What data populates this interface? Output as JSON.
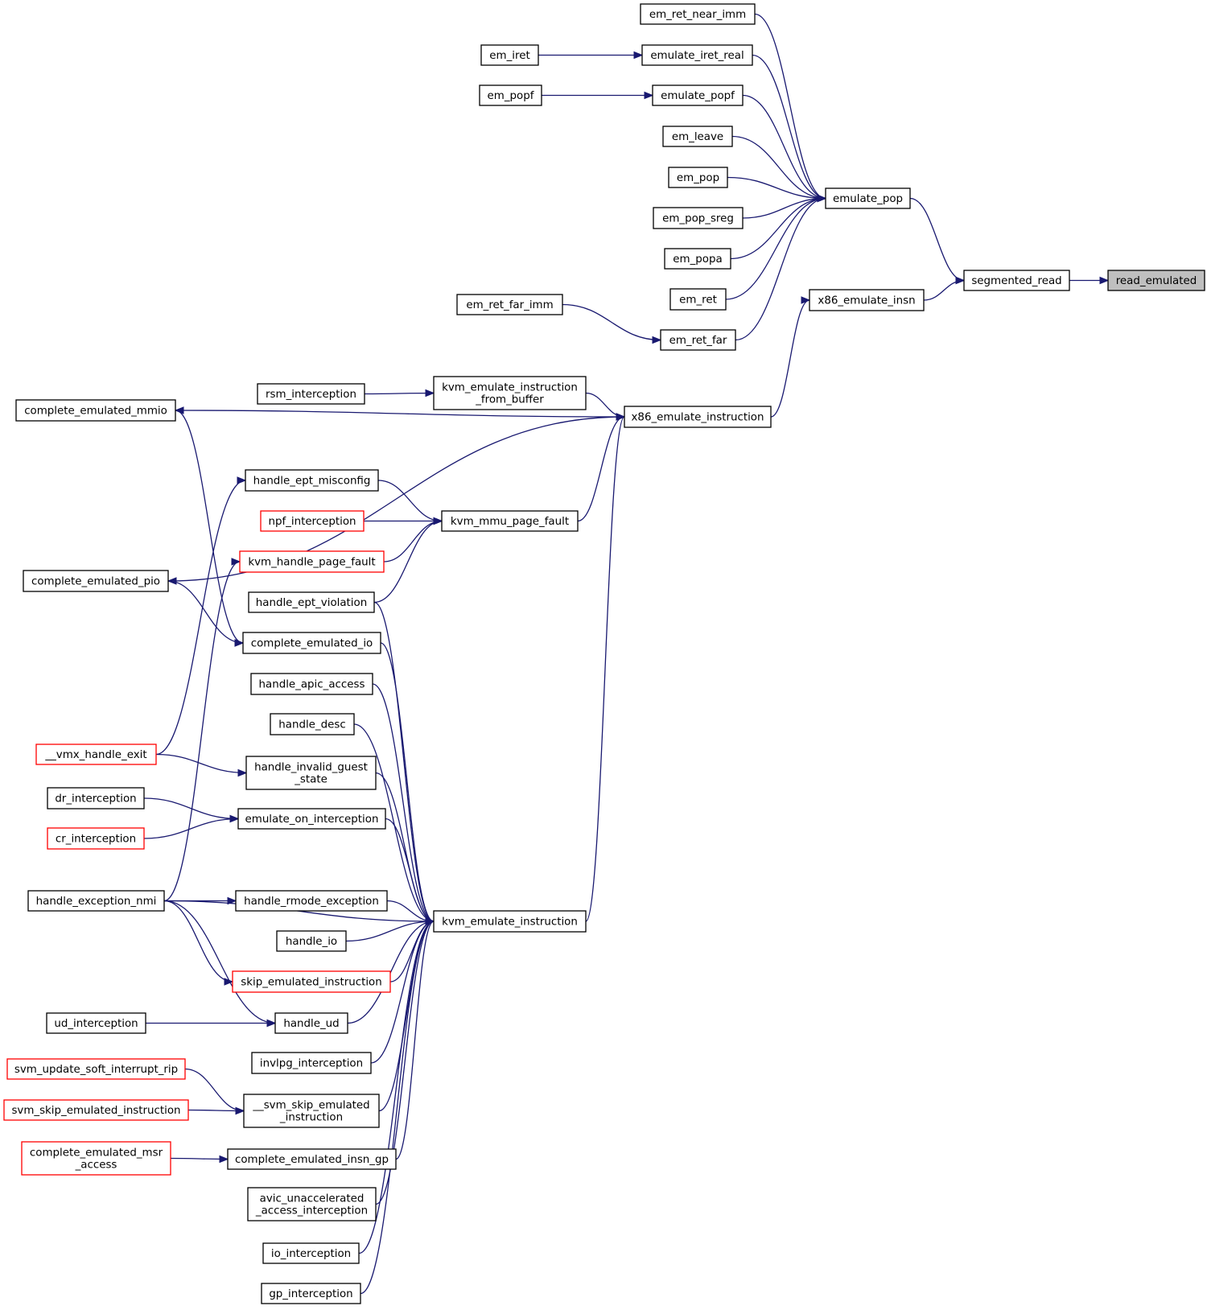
{
  "graph": {
    "colors": {
      "edge": "#191970",
      "node_border": "#000000",
      "truncated_border": "#ff0000",
      "root_fill": "#bfbfbf"
    },
    "nodes": [
      {
        "id": "read_emulated",
        "lines": [
          "read_emulated"
        ],
        "style": "root"
      },
      {
        "id": "segmented_read",
        "lines": [
          "segmented_read"
        ],
        "style": "normal"
      },
      {
        "id": "emulate_pop",
        "lines": [
          "emulate_pop"
        ],
        "style": "normal"
      },
      {
        "id": "x86_emulate_insn",
        "lines": [
          "x86_emulate_insn"
        ],
        "style": "normal"
      },
      {
        "id": "em_ret_near_imm",
        "lines": [
          "em_ret_near_imm"
        ],
        "style": "normal"
      },
      {
        "id": "emulate_iret_real",
        "lines": [
          "emulate_iret_real"
        ],
        "style": "normal"
      },
      {
        "id": "em_iret",
        "lines": [
          "em_iret"
        ],
        "style": "normal"
      },
      {
        "id": "emulate_popf",
        "lines": [
          "emulate_popf"
        ],
        "style": "normal"
      },
      {
        "id": "em_popf",
        "lines": [
          "em_popf"
        ],
        "style": "normal"
      },
      {
        "id": "em_leave",
        "lines": [
          "em_leave"
        ],
        "style": "normal"
      },
      {
        "id": "em_pop",
        "lines": [
          "em_pop"
        ],
        "style": "normal"
      },
      {
        "id": "em_pop_sreg",
        "lines": [
          "em_pop_sreg"
        ],
        "style": "normal"
      },
      {
        "id": "em_popa",
        "lines": [
          "em_popa"
        ],
        "style": "normal"
      },
      {
        "id": "em_ret",
        "lines": [
          "em_ret"
        ],
        "style": "normal"
      },
      {
        "id": "em_ret_far",
        "lines": [
          "em_ret_far"
        ],
        "style": "normal"
      },
      {
        "id": "em_ret_far_imm",
        "lines": [
          "em_ret_far_imm"
        ],
        "style": "normal"
      },
      {
        "id": "x86_emulate_instruction",
        "lines": [
          "x86_emulate_instruction"
        ],
        "style": "normal"
      },
      {
        "id": "kvm_emulate_instruction_from_buffer",
        "lines": [
          "kvm_emulate_instruction",
          "_from_buffer"
        ],
        "style": "normal"
      },
      {
        "id": "rsm_interception",
        "lines": [
          "rsm_interception"
        ],
        "style": "normal"
      },
      {
        "id": "complete_emulated_mmio",
        "lines": [
          "complete_emulated_mmio"
        ],
        "style": "normal"
      },
      {
        "id": "handle_ept_misconfig",
        "lines": [
          "handle_ept_misconfig"
        ],
        "style": "normal"
      },
      {
        "id": "npf_interception",
        "lines": [
          "npf_interception"
        ],
        "style": "truncated"
      },
      {
        "id": "kvm_mmu_page_fault",
        "lines": [
          "kvm_mmu_page_fault"
        ],
        "style": "normal"
      },
      {
        "id": "kvm_handle_page_fault",
        "lines": [
          "kvm_handle_page_fault"
        ],
        "style": "truncated"
      },
      {
        "id": "complete_emulated_pio",
        "lines": [
          "complete_emulated_pio"
        ],
        "style": "normal"
      },
      {
        "id": "handle_ept_violation",
        "lines": [
          "handle_ept_violation"
        ],
        "style": "normal"
      },
      {
        "id": "complete_emulated_io",
        "lines": [
          "complete_emulated_io"
        ],
        "style": "normal"
      },
      {
        "id": "handle_apic_access",
        "lines": [
          "handle_apic_access"
        ],
        "style": "normal"
      },
      {
        "id": "handle_desc",
        "lines": [
          "handle_desc"
        ],
        "style": "normal"
      },
      {
        "id": "__vmx_handle_exit",
        "lines": [
          "__vmx_handle_exit"
        ],
        "style": "truncated"
      },
      {
        "id": "handle_invalid_guest_state",
        "lines": [
          "handle_invalid_guest",
          "_state"
        ],
        "style": "normal"
      },
      {
        "id": "dr_interception",
        "lines": [
          "dr_interception"
        ],
        "style": "normal"
      },
      {
        "id": "emulate_on_interception",
        "lines": [
          "emulate_on_interception"
        ],
        "style": "normal"
      },
      {
        "id": "cr_interception",
        "lines": [
          "cr_interception"
        ],
        "style": "truncated"
      },
      {
        "id": "handle_exception_nmi",
        "lines": [
          "handle_exception_nmi"
        ],
        "style": "normal"
      },
      {
        "id": "handle_rmode_exception",
        "lines": [
          "handle_rmode_exception"
        ],
        "style": "normal"
      },
      {
        "id": "kvm_emulate_instruction",
        "lines": [
          "kvm_emulate_instruction"
        ],
        "style": "normal"
      },
      {
        "id": "handle_io",
        "lines": [
          "handle_io"
        ],
        "style": "normal"
      },
      {
        "id": "skip_emulated_instruction",
        "lines": [
          "skip_emulated_instruction"
        ],
        "style": "truncated"
      },
      {
        "id": "ud_interception",
        "lines": [
          "ud_interception"
        ],
        "style": "normal"
      },
      {
        "id": "handle_ud",
        "lines": [
          "handle_ud"
        ],
        "style": "normal"
      },
      {
        "id": "invlpg_interception",
        "lines": [
          "invlpg_interception"
        ],
        "style": "normal"
      },
      {
        "id": "svm_update_soft_interrupt_rip",
        "lines": [
          "svm_update_soft_interrupt_rip"
        ],
        "style": "truncated"
      },
      {
        "id": "__svm_skip_emulated_instruction",
        "lines": [
          "__svm_skip_emulated",
          "_instruction"
        ],
        "style": "normal"
      },
      {
        "id": "svm_skip_emulated_instruction",
        "lines": [
          "svm_skip_emulated_instruction"
        ],
        "style": "truncated"
      },
      {
        "id": "complete_emulated_msr_access",
        "lines": [
          "complete_emulated_msr",
          "_access"
        ],
        "style": "truncated"
      },
      {
        "id": "complete_emulated_insn_gp",
        "lines": [
          "complete_emulated_insn_gp"
        ],
        "style": "normal"
      },
      {
        "id": "avic_unaccelerated_access_interception",
        "lines": [
          "avic_unaccelerated",
          "_access_interception"
        ],
        "style": "normal"
      },
      {
        "id": "io_interception",
        "lines": [
          "io_interception"
        ],
        "style": "normal"
      },
      {
        "id": "gp_interception",
        "lines": [
          "gp_interception"
        ],
        "style": "normal"
      }
    ],
    "edges": [
      {
        "from": "segmented_read",
        "to": "read_emulated"
      },
      {
        "from": "emulate_pop",
        "to": "segmented_read"
      },
      {
        "from": "x86_emulate_insn",
        "to": "segmented_read"
      },
      {
        "from": "em_ret_near_imm",
        "to": "emulate_pop"
      },
      {
        "from": "emulate_iret_real",
        "to": "emulate_pop"
      },
      {
        "from": "emulate_popf",
        "to": "emulate_pop"
      },
      {
        "from": "em_leave",
        "to": "emulate_pop"
      },
      {
        "from": "em_pop",
        "to": "emulate_pop"
      },
      {
        "from": "em_pop_sreg",
        "to": "emulate_pop"
      },
      {
        "from": "em_popa",
        "to": "emulate_pop"
      },
      {
        "from": "em_ret",
        "to": "emulate_pop"
      },
      {
        "from": "em_ret_far",
        "to": "emulate_pop"
      },
      {
        "from": "em_iret",
        "to": "emulate_iret_real"
      },
      {
        "from": "em_popf",
        "to": "emulate_popf"
      },
      {
        "from": "em_ret_far_imm",
        "to": "em_ret_far"
      },
      {
        "from": "x86_emulate_instruction",
        "to": "x86_emulate_insn"
      },
      {
        "from": "kvm_emulate_instruction_from_buffer",
        "to": "x86_emulate_instruction"
      },
      {
        "from": "kvm_mmu_page_fault",
        "to": "x86_emulate_instruction"
      },
      {
        "from": "kvm_emulate_instruction",
        "to": "x86_emulate_instruction"
      },
      {
        "from": "x86_emulate_instruction",
        "to": "complete_emulated_mmio"
      },
      {
        "from": "x86_emulate_instruction",
        "to": "complete_emulated_pio"
      },
      {
        "from": "rsm_interception",
        "to": "kvm_emulate_instruction_from_buffer"
      },
      {
        "from": "handle_ept_misconfig",
        "to": "kvm_mmu_page_fault"
      },
      {
        "from": "npf_interception",
        "to": "kvm_mmu_page_fault"
      },
      {
        "from": "kvm_handle_page_fault",
        "to": "kvm_mmu_page_fault"
      },
      {
        "from": "handle_ept_violation",
        "to": "kvm_mmu_page_fault"
      },
      {
        "from": "complete_emulated_mmio",
        "to": "complete_emulated_io"
      },
      {
        "from": "complete_emulated_pio",
        "to": "complete_emulated_io"
      },
      {
        "from": "__vmx_handle_exit",
        "to": "handle_ept_misconfig"
      },
      {
        "from": "__vmx_handle_exit",
        "to": "handle_invalid_guest_state"
      },
      {
        "from": "handle_exception_nmi",
        "to": "kvm_handle_page_fault"
      },
      {
        "from": "handle_exception_nmi",
        "to": "handle_rmode_exception"
      },
      {
        "from": "handle_exception_nmi",
        "to": "kvm_emulate_instruction"
      },
      {
        "from": "handle_exception_nmi",
        "to": "skip_emulated_instruction"
      },
      {
        "from": "handle_exception_nmi",
        "to": "handle_ud"
      },
      {
        "from": "dr_interception",
        "to": "emulate_on_interception"
      },
      {
        "from": "cr_interception",
        "to": "emulate_on_interception"
      },
      {
        "from": "ud_interception",
        "to": "handle_ud"
      },
      {
        "from": "svm_update_soft_interrupt_rip",
        "to": "__svm_skip_emulated_instruction"
      },
      {
        "from": "svm_skip_emulated_instruction",
        "to": "__svm_skip_emulated_instruction"
      },
      {
        "from": "complete_emulated_msr_access",
        "to": "complete_emulated_insn_gp"
      },
      {
        "from": "handle_ept_violation",
        "to": "kvm_emulate_instruction"
      },
      {
        "from": "complete_emulated_io",
        "to": "kvm_emulate_instruction"
      },
      {
        "from": "handle_apic_access",
        "to": "kvm_emulate_instruction"
      },
      {
        "from": "handle_desc",
        "to": "kvm_emulate_instruction"
      },
      {
        "from": "handle_invalid_guest_state",
        "to": "kvm_emulate_instruction"
      },
      {
        "from": "emulate_on_interception",
        "to": "kvm_emulate_instruction"
      },
      {
        "from": "handle_rmode_exception",
        "to": "kvm_emulate_instruction"
      },
      {
        "from": "handle_io",
        "to": "kvm_emulate_instruction"
      },
      {
        "from": "skip_emulated_instruction",
        "to": "kvm_emulate_instruction"
      },
      {
        "from": "handle_ud",
        "to": "kvm_emulate_instruction"
      },
      {
        "from": "invlpg_interception",
        "to": "kvm_emulate_instruction"
      },
      {
        "from": "__svm_skip_emulated_instruction",
        "to": "kvm_emulate_instruction"
      },
      {
        "from": "complete_emulated_insn_gp",
        "to": "kvm_emulate_instruction"
      },
      {
        "from": "avic_unaccelerated_access_interception",
        "to": "kvm_emulate_instruction"
      },
      {
        "from": "io_interception",
        "to": "kvm_emulate_instruction"
      },
      {
        "from": "gp_interception",
        "to": "kvm_emulate_instruction"
      }
    ]
  }
}
